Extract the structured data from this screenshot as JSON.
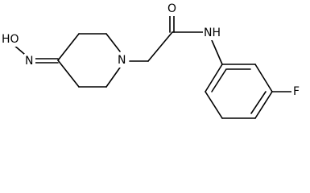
{
  "molecule": {
    "atoms": {
      "hydroxyl_oxygen": "HO",
      "oxime_nitrogen": "N",
      "piperidine_nitrogen": "N",
      "carbonyl_oxygen": "O",
      "amide_nitrogen": "NH",
      "fluorine": "F"
    }
  }
}
